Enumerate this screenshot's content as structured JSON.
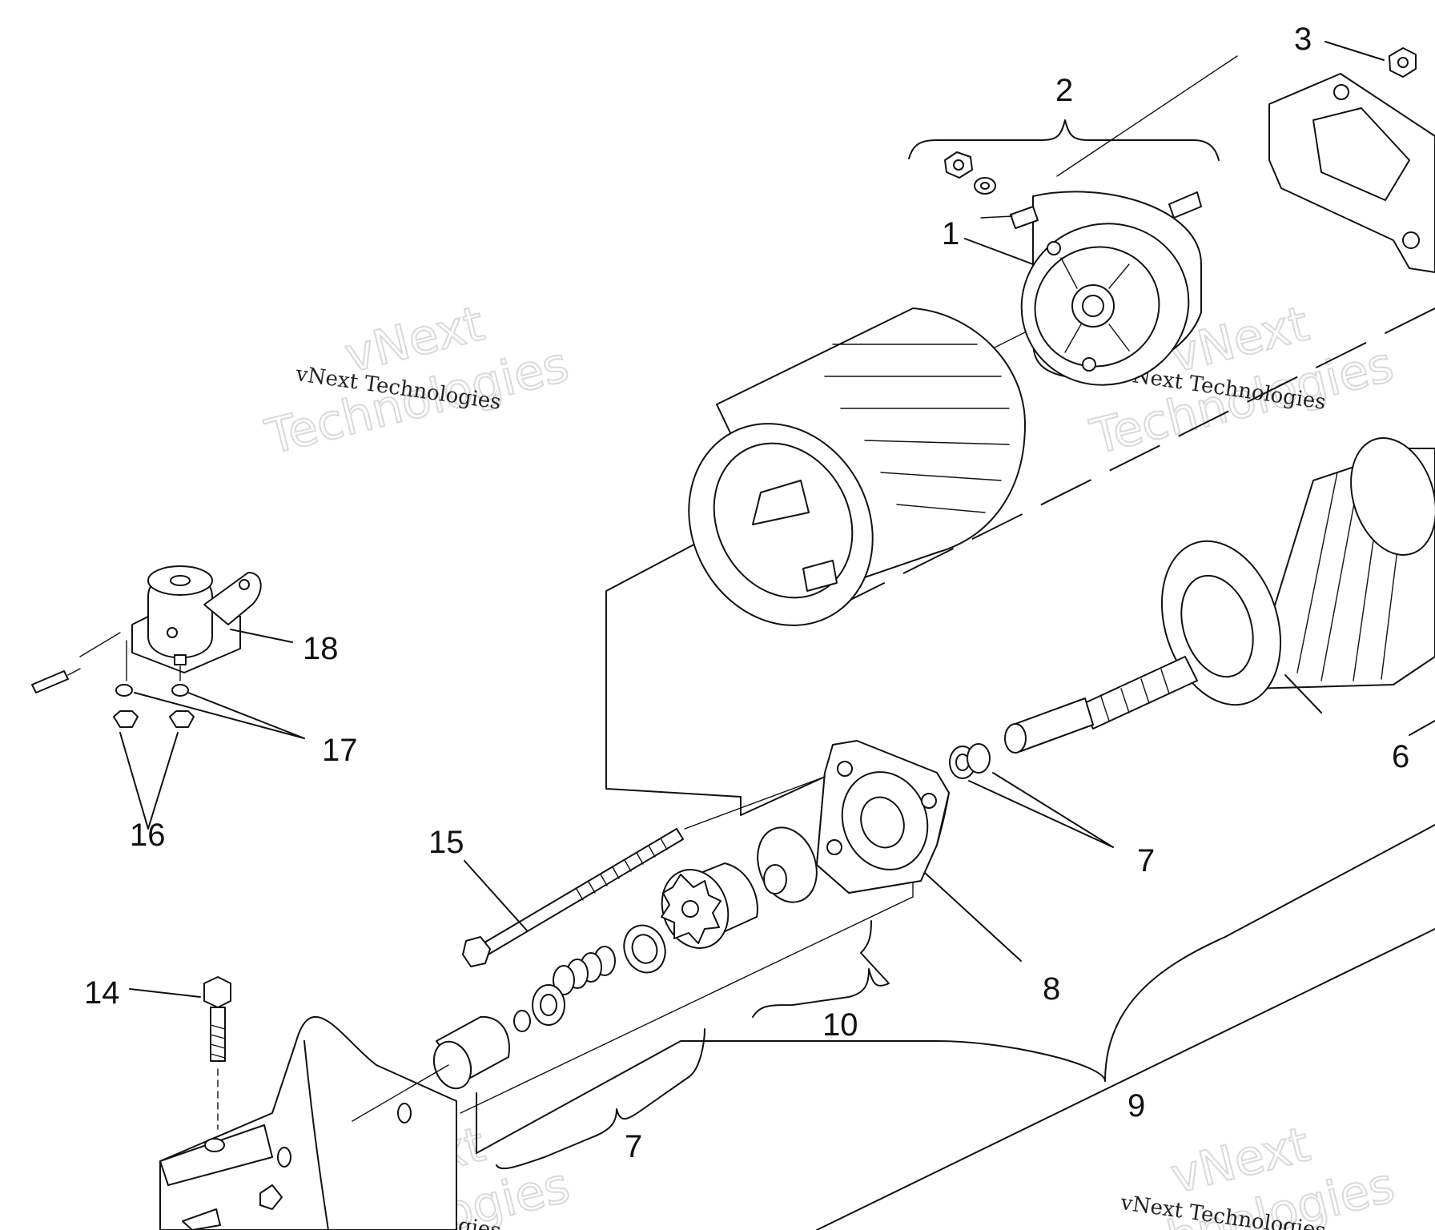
{
  "watermark": {
    "line1": "vNext",
    "line2": "Technologies",
    "caption": "vNext Technologies"
  },
  "callouts": [
    {
      "id": "c1",
      "label": "1"
    },
    {
      "id": "c2",
      "label": "2"
    },
    {
      "id": "c3",
      "label": "3"
    },
    {
      "id": "c6",
      "label": "6"
    },
    {
      "id": "c7a",
      "label": "7"
    },
    {
      "id": "c7b",
      "label": "7"
    },
    {
      "id": "c8",
      "label": "8"
    },
    {
      "id": "c9",
      "label": "9"
    },
    {
      "id": "c10",
      "label": "10"
    },
    {
      "id": "c14",
      "label": "14"
    },
    {
      "id": "c15",
      "label": "15"
    },
    {
      "id": "c16",
      "label": "16"
    },
    {
      "id": "c17",
      "label": "17"
    },
    {
      "id": "c18",
      "label": "18"
    }
  ]
}
